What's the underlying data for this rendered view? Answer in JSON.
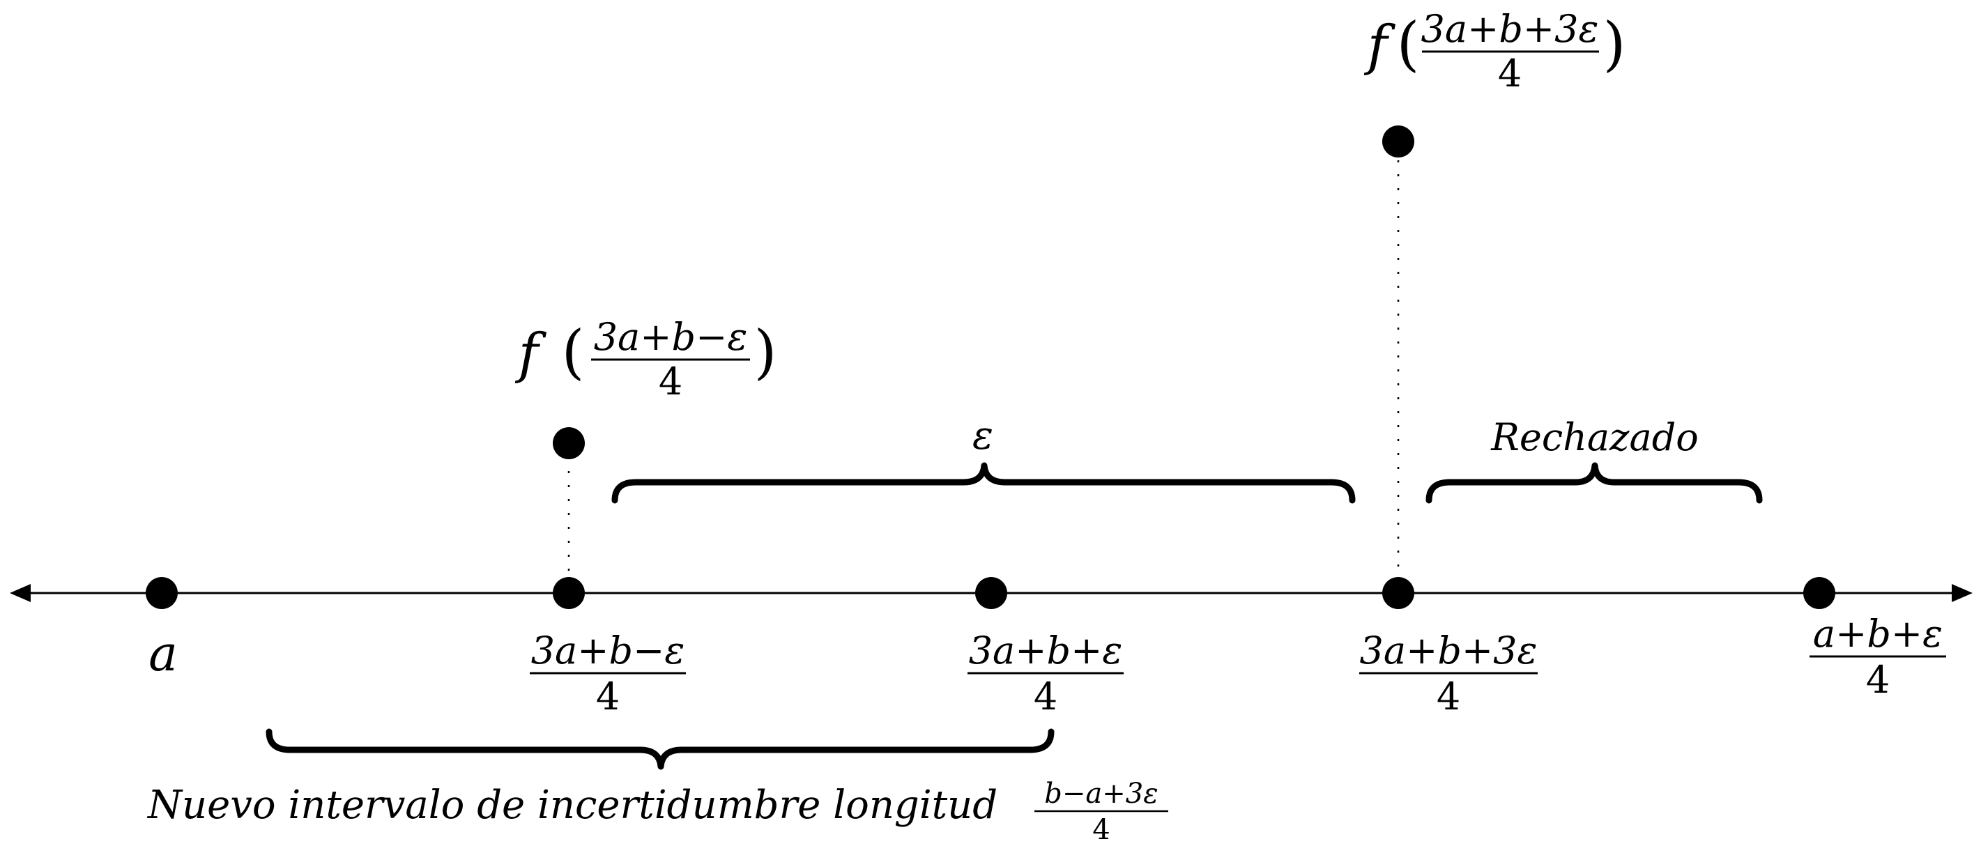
{
  "points": [
    {
      "id": "a",
      "label": "a"
    },
    {
      "id": "p1",
      "numerator": "3a+b−ε",
      "denominator": "4"
    },
    {
      "id": "p2",
      "numerator": "3a+b+ε",
      "denominator": "4"
    },
    {
      "id": "p3",
      "numerator": "3a+b+3ε",
      "denominator": "4"
    },
    {
      "id": "p4",
      "numerator": "a+b+ε",
      "denominator": "4"
    }
  ],
  "function_values": [
    {
      "id": "f1",
      "prefix": "f",
      "numerator": "3a+b−ε",
      "denominator": "4"
    },
    {
      "id": "f2",
      "prefix": "f",
      "numerator": "3a+b+3ε",
      "denominator": "4"
    }
  ],
  "braces": {
    "epsilon": {
      "label": "ε"
    },
    "rejected": {
      "label": "Rechazado"
    },
    "new_interval": {
      "label": "Nuevo intervalo de incertidumbre longitud",
      "numerator": "b−a+3ε",
      "denominator": "4"
    }
  },
  "colors": {
    "ink": "#000000",
    "background": "#ffffff"
  }
}
